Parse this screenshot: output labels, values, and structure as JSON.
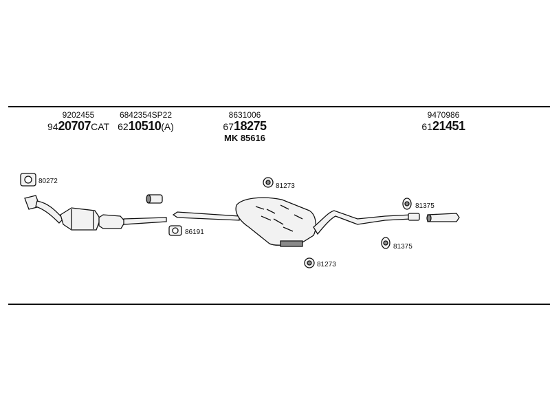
{
  "headers": [
    {
      "ref": "9202455",
      "prefix": "94",
      "number": "20707",
      "suffix": "CAT"
    },
    {
      "ref": "6842354SP22",
      "prefix": "62",
      "number": "10510",
      "suffix": "(A)"
    },
    {
      "ref": "8631006",
      "prefix": "67",
      "number": "18275",
      "suffix": "",
      "extra": "MK 85616"
    },
    {
      "ref": "9470986",
      "prefix": "61",
      "number": "21451",
      "suffix": ""
    }
  ],
  "part_labels": {
    "gasket_1": "80272",
    "gasket_2": "86191",
    "mount_upper": "81273",
    "mount_lower": "81273",
    "mount_rear_upper": "81375",
    "mount_rear_lower": "81375"
  },
  "colors": {
    "line": "#111111",
    "fill": "#f2f2f2",
    "shade": "#8a8a8a"
  }
}
